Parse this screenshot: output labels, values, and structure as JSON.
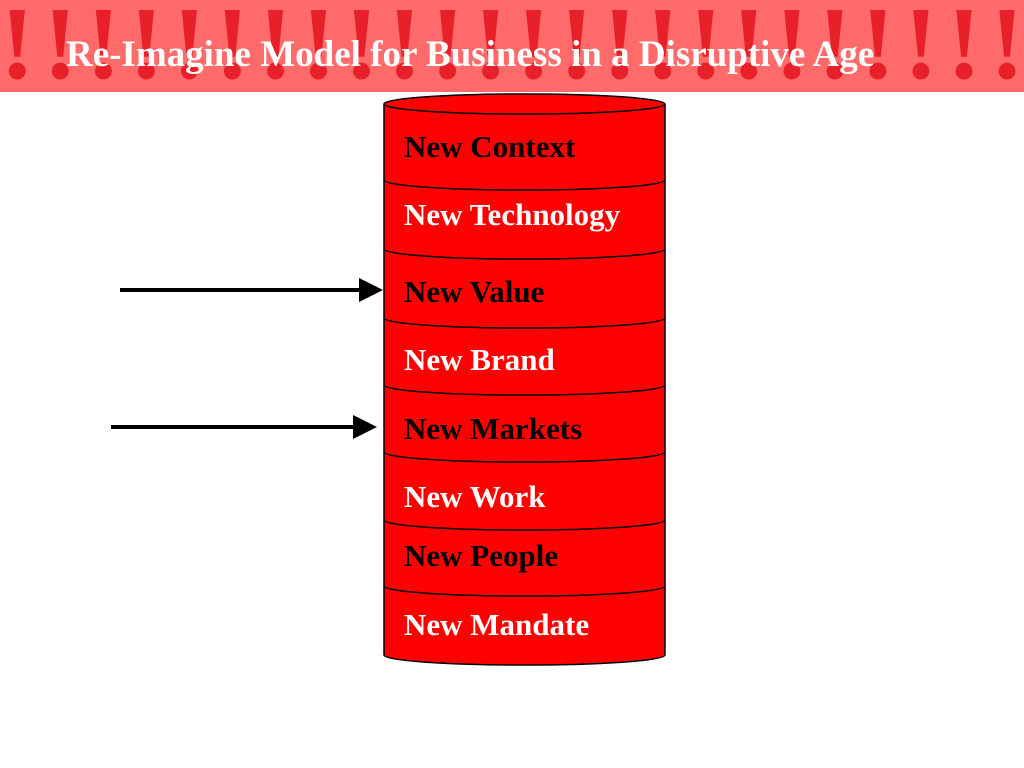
{
  "slide": {
    "title": "Re-Imagine Model for Business in a Disruptive Age"
  },
  "colors": {
    "banner_background": "#ff6b6b",
    "banner_exclamation": "#e8202a",
    "cylinder_fill": "#ff0000",
    "cylinder_outline": "#000000",
    "arrow": "#000000"
  },
  "stack": {
    "layers": [
      {
        "label": "New Context",
        "text_color": "#000000"
      },
      {
        "label": "New Technology",
        "text_color": "#ffffff"
      },
      {
        "label": "New Value",
        "text_color": "#000000"
      },
      {
        "label": "New Brand",
        "text_color": "#ffffff"
      },
      {
        "label": "New Markets",
        "text_color": "#000000"
      },
      {
        "label": "New Work",
        "text_color": "#ffffff"
      },
      {
        "label": "New People",
        "text_color": "#000000"
      },
      {
        "label": "New Mandate",
        "text_color": "#ffffff"
      }
    ]
  },
  "arrows": [
    {
      "points_to": "New Value"
    },
    {
      "points_to": "New Markets"
    }
  ]
}
